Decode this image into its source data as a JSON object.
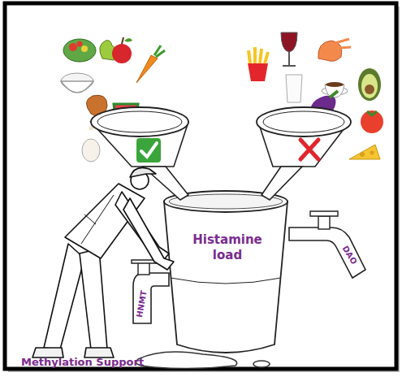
{
  "diagram": {
    "nodes": [
      {
        "text": [
          "Histamine load"
        ]
      },
      {
        "text": [
          "HNMT"
        ]
      },
      {
        "text": [
          "DAO"
        ]
      }
    ],
    "labels": [
      "Methylation Support"
    ]
  }
}
